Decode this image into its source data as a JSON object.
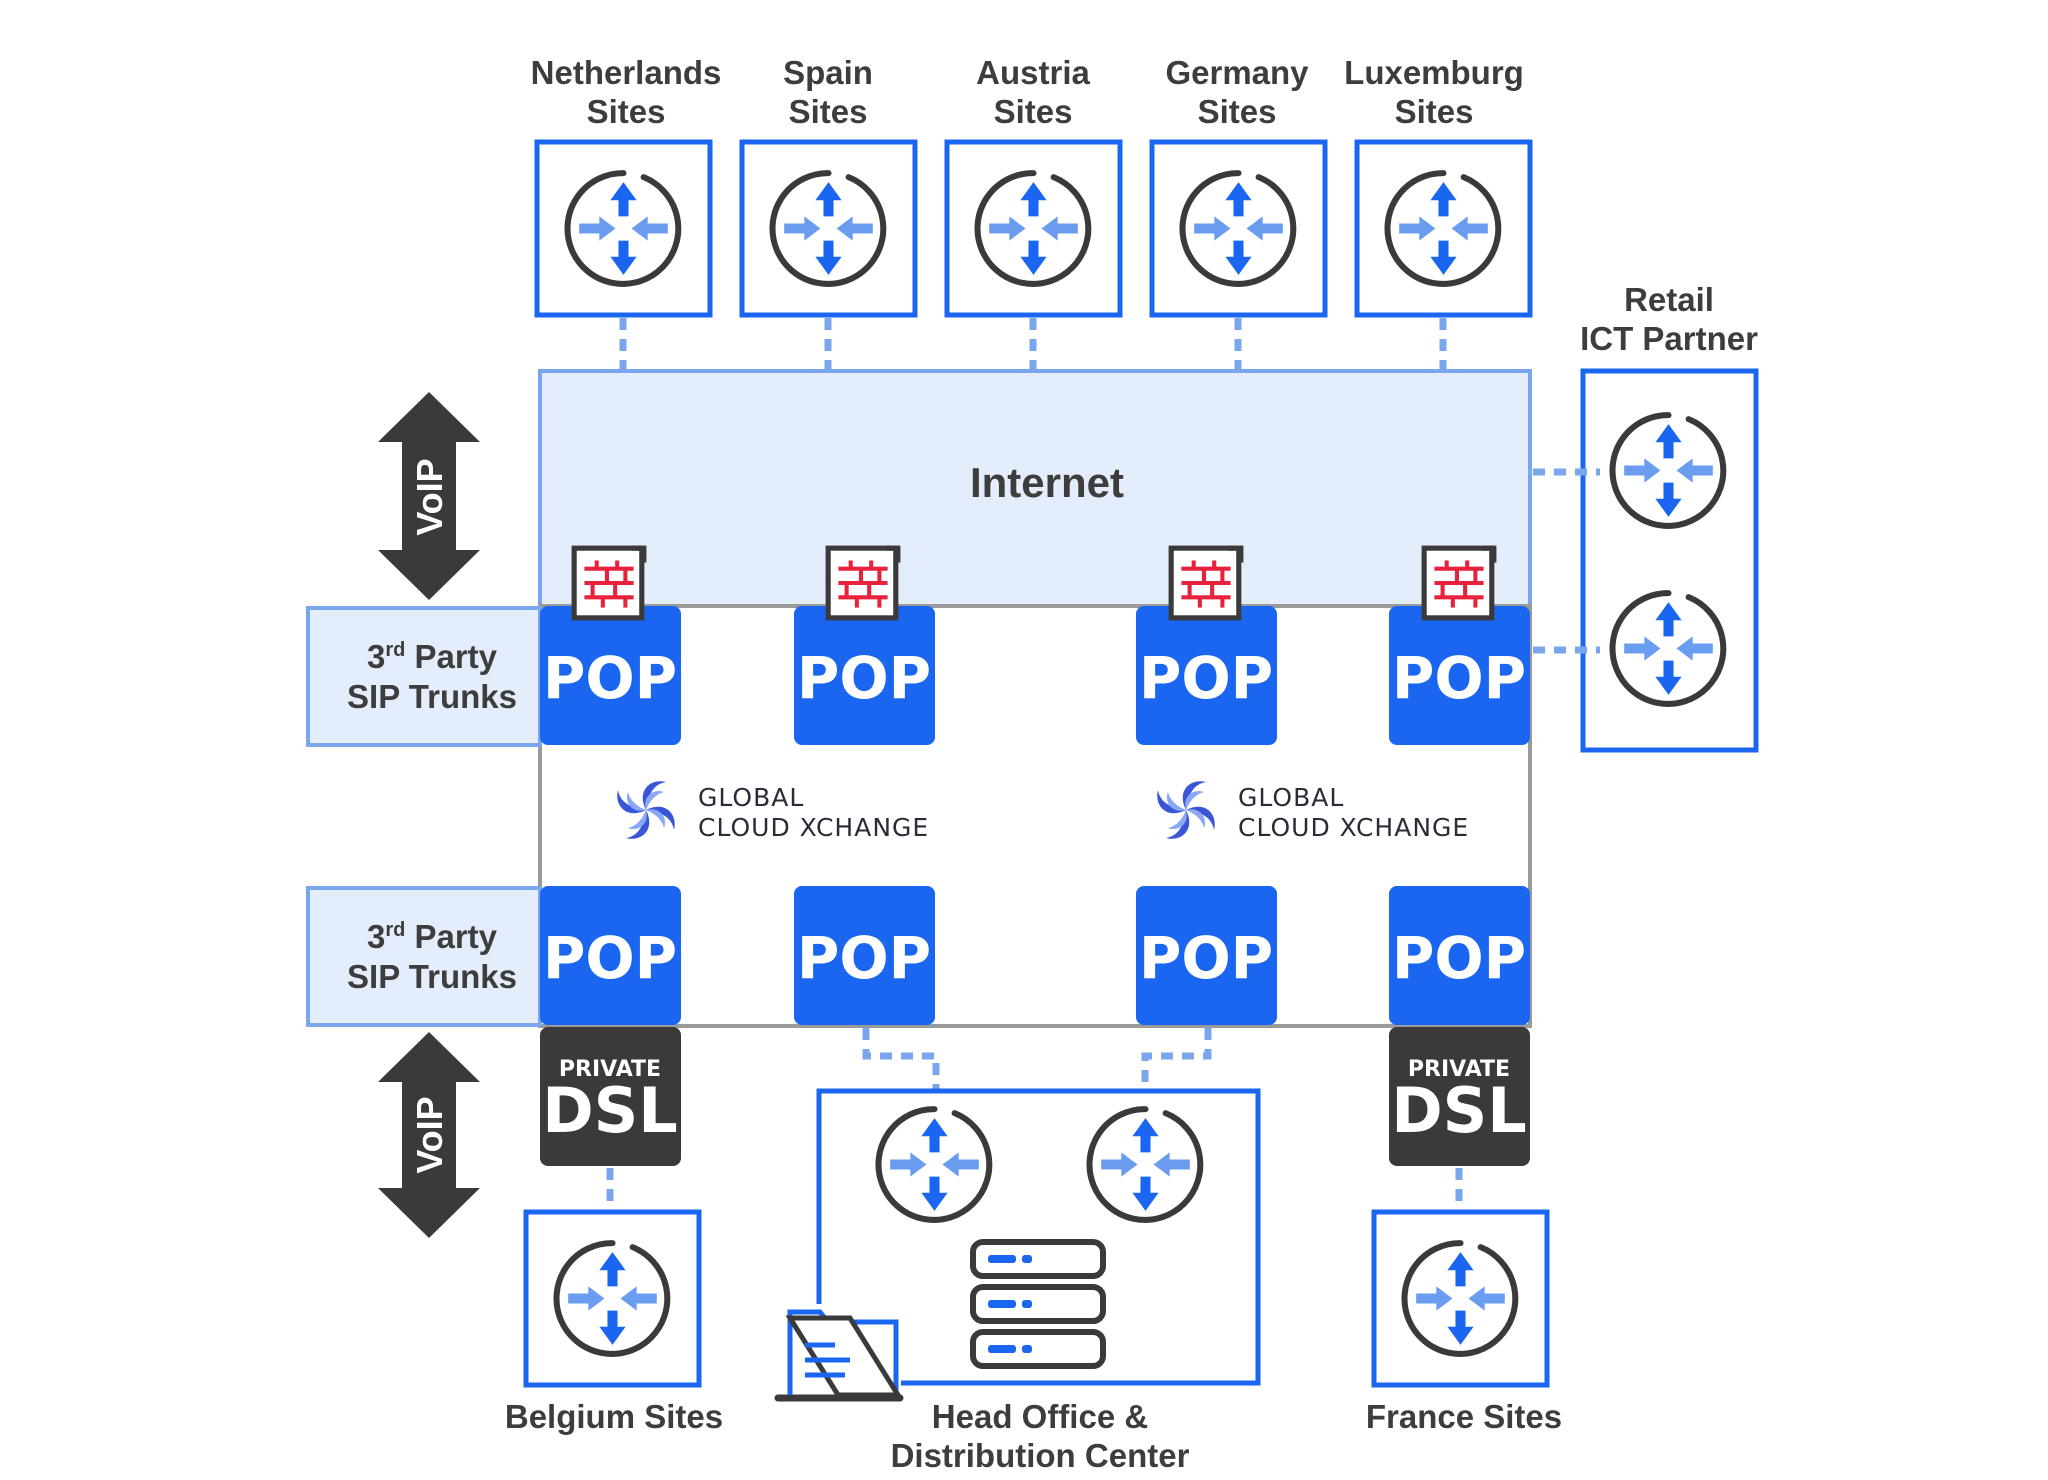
{
  "top_sites": [
    {
      "line1": "Netherlands",
      "line2": "Sites",
      "icon": "router-icon"
    },
    {
      "line1": "Spain",
      "line2": "Sites",
      "icon": "router-icon"
    },
    {
      "line1": "Austria",
      "line2": "Sites",
      "icon": "router-icon"
    },
    {
      "line1": "Germany",
      "line2": "Sites",
      "icon": "router-icon"
    },
    {
      "line1": "Luxemburg",
      "line2": "Sites",
      "icon": "router-icon"
    }
  ],
  "retail_partner": {
    "line1": "Retail",
    "line2": "ICT Partner",
    "icon": "router-icon"
  },
  "internet_label": "Internet",
  "voip_label": "VoIP",
  "sip_trunks": {
    "line1_prefix": "3",
    "line1_sup": "rd",
    "line1_suffix": " Party",
    "line2": "SIP Trunks"
  },
  "pop_label": "POP",
  "firewall_icon": "firewall-icon",
  "logo": {
    "line1": "GLOBAL",
    "line2": "CLOUD XCHANGE"
  },
  "private_dsl": {
    "line1": "PRIVATE",
    "line2": "DSL"
  },
  "bottom_sites": {
    "belgium": "Belgium Sites",
    "france": "France Sites",
    "head_office_line1": "Head Office &",
    "head_office_line2": "Distribution Center"
  },
  "colors": {
    "brand_blue": "#1a66f0",
    "light_blue": "#7aa6ee",
    "internet_fill": "#e3edfb",
    "dark": "#3a3a3a",
    "firewall_red": "#e8223d"
  }
}
